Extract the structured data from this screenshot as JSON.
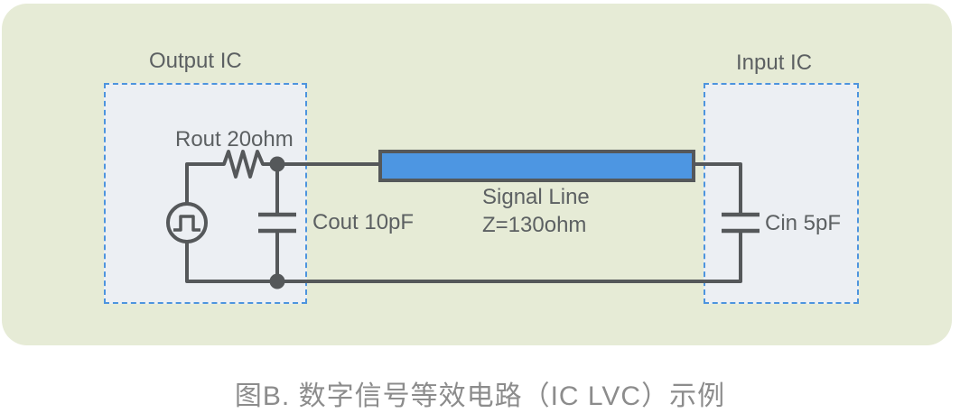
{
  "diagram": {
    "output_box_label": "Output IC",
    "input_box_label": "Input IC",
    "resistor_label": "Rout 20ohm",
    "output_capacitor_label": "Cout 10pF",
    "signal_line_name": "Signal Line",
    "signal_line_impedance": "Z=130ohm",
    "input_capacitor_label": "Cin 5pF"
  },
  "caption": "图B. 数字信号等效电路（IC LVC）示例",
  "colors": {
    "panel_bg": "#e6ebd6",
    "box_fill": "#eceff3",
    "dash_blue": "#4d94de",
    "line_blue": "#4d96e2",
    "wire_gray": "#55585a",
    "text_gray": "#5c6062",
    "caption_gray": "#8c8c8c"
  }
}
